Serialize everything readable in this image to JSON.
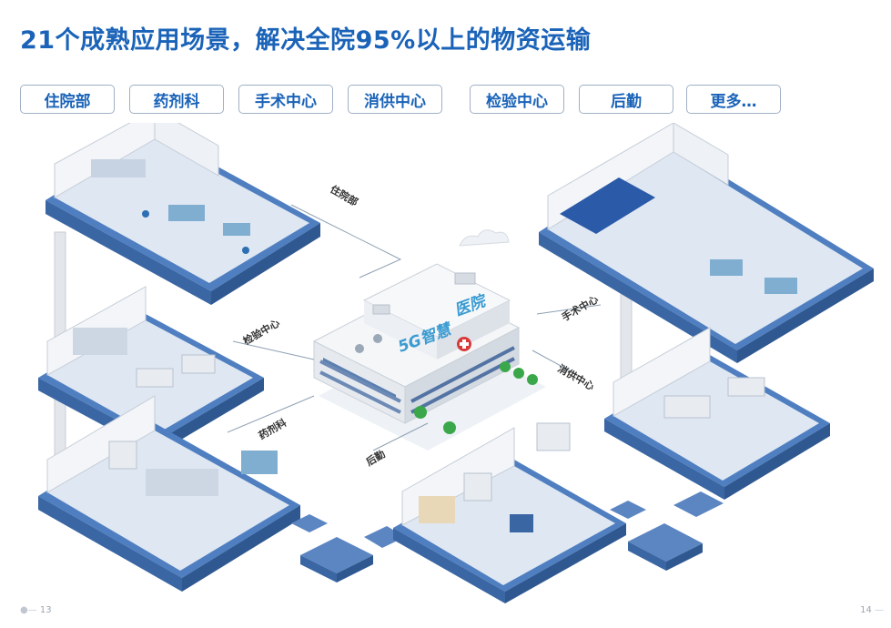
{
  "title": "21个成熟应用场景，解决全院95%以上的物资运输",
  "tabs": [
    "住院部",
    "药剂科",
    "手术中心",
    "消供中心",
    "检验中心",
    "后勤",
    "更多…"
  ],
  "labels": {
    "inpatient": "住院部",
    "lab": "检验中心",
    "pharmacy": "药剂科",
    "logistics": "后勤",
    "surgery": "手术中心",
    "sterile": "消供中心"
  },
  "building": {
    "line1": "5G智慧",
    "line2": "医院"
  },
  "pages": {
    "left": "13",
    "right": "14"
  },
  "colors": {
    "brand": "#1a63b8",
    "floor": "#5b86c2",
    "floor_dark": "#3d6aa8",
    "wall": "#e9edf2"
  }
}
